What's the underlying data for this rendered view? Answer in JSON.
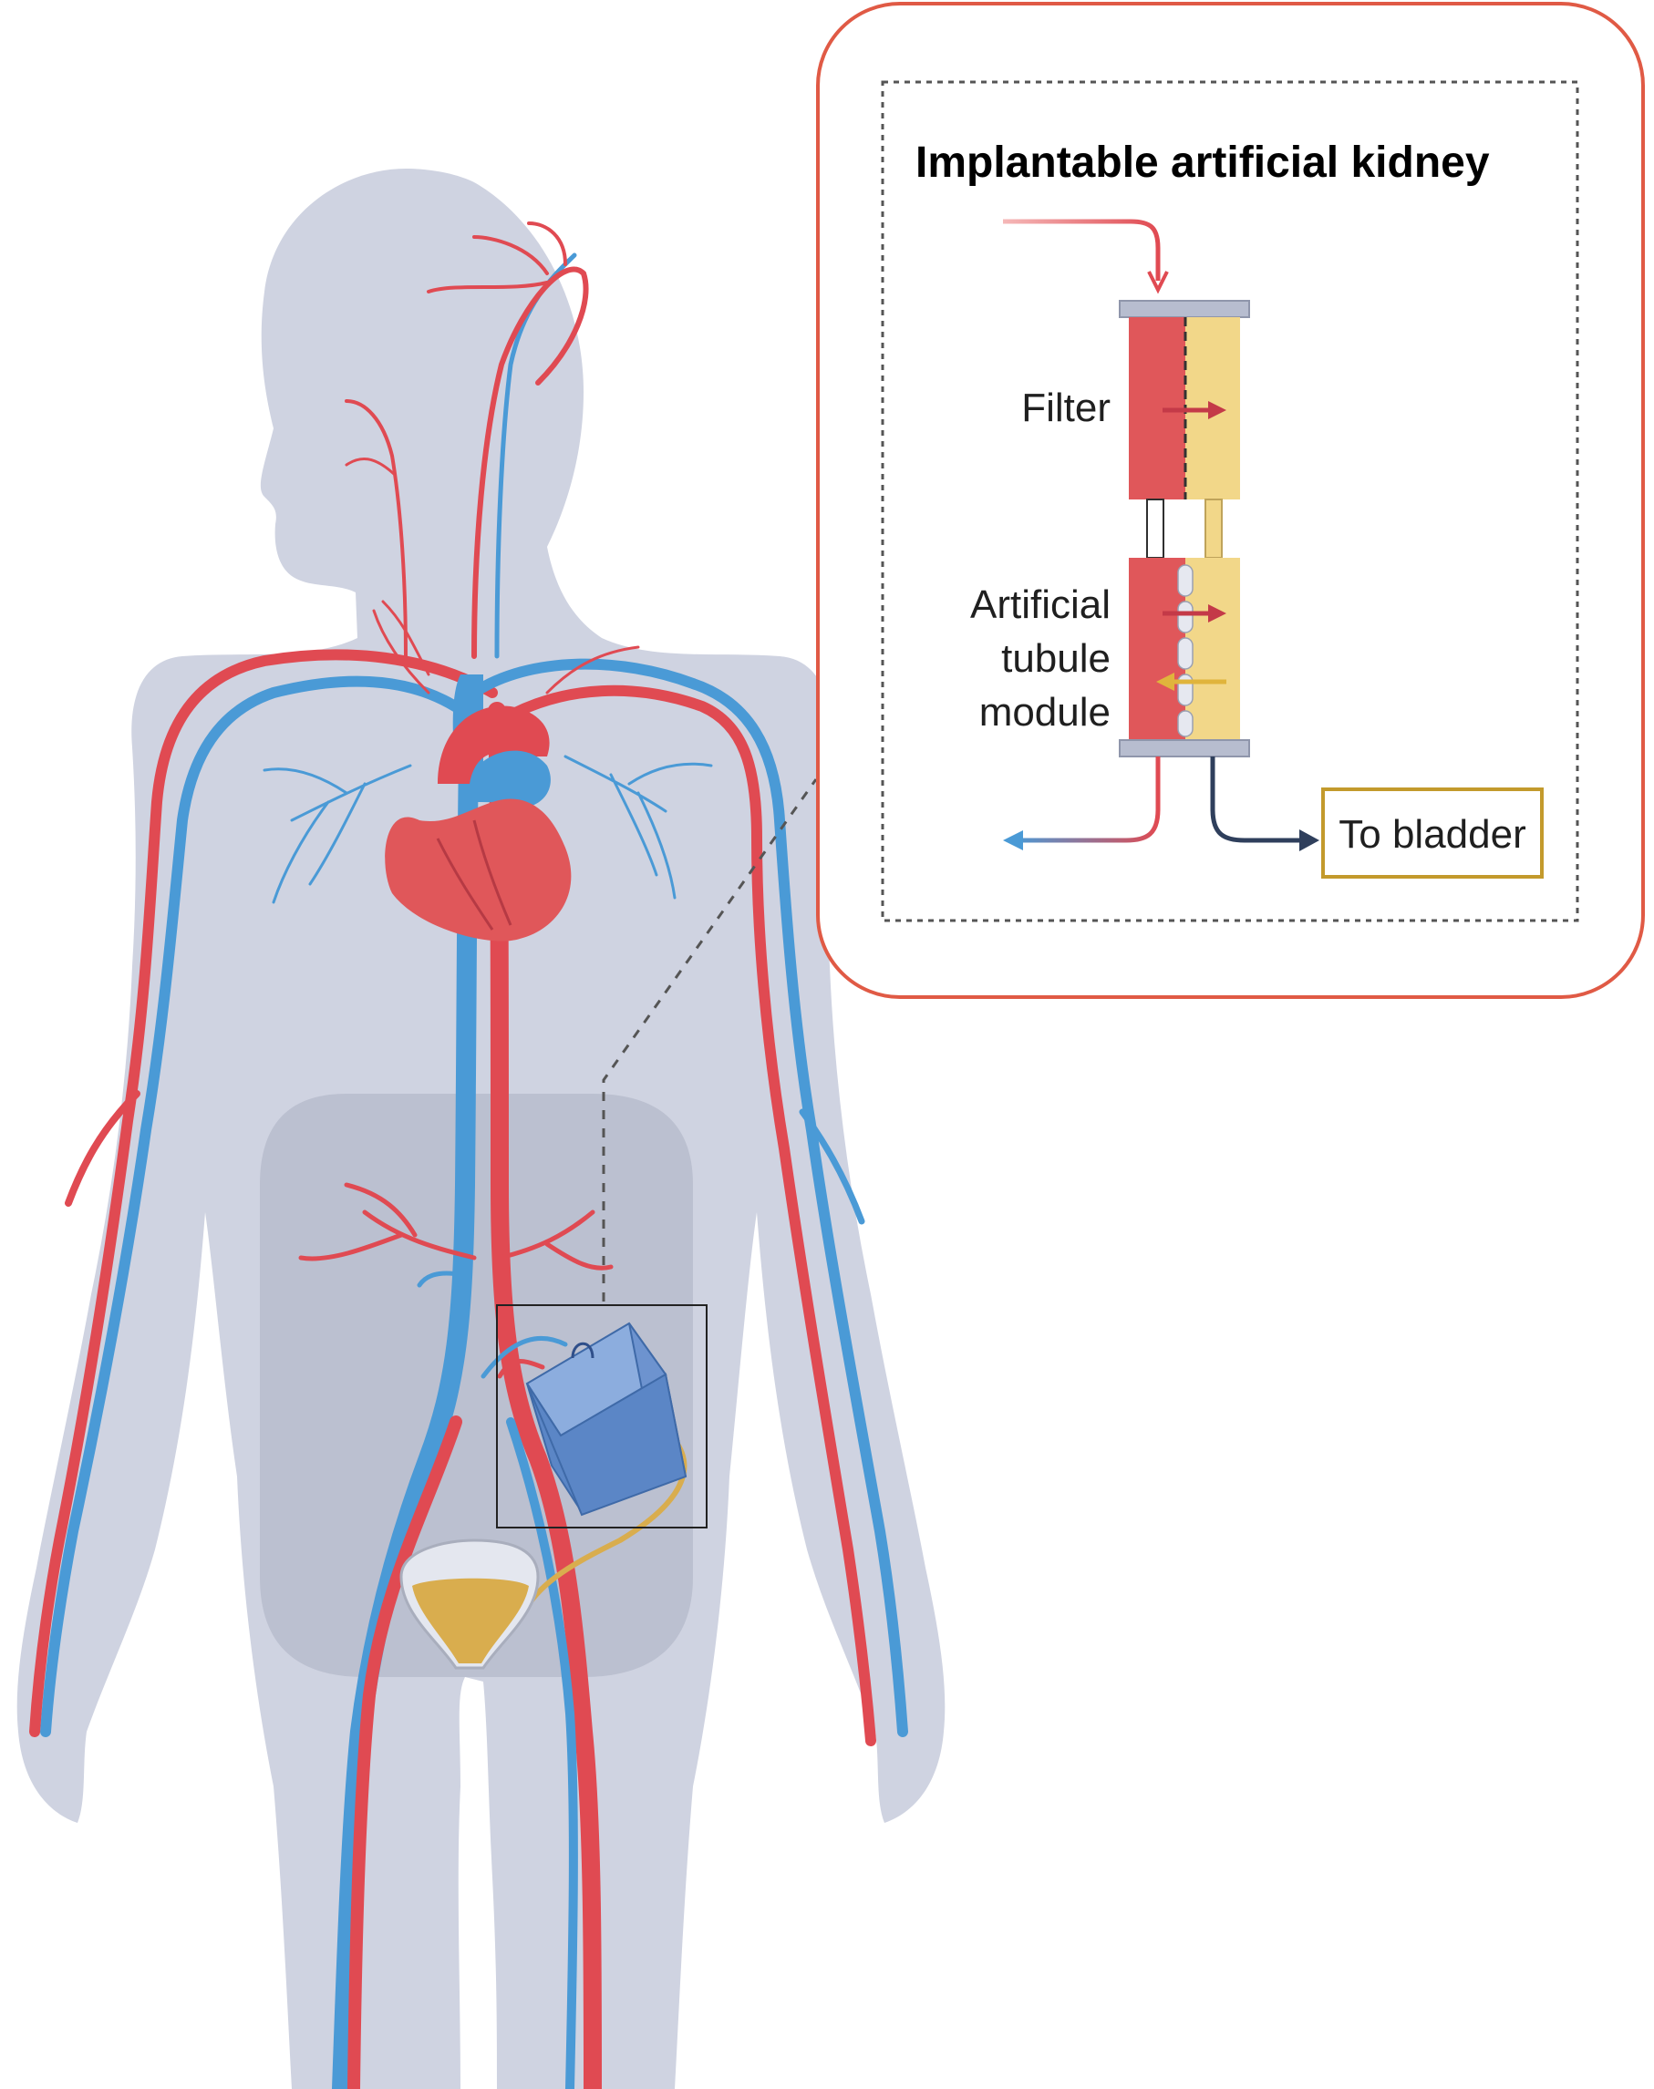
{
  "inset": {
    "title": "Implantable artificial kidney",
    "labels": {
      "filter": "Filter",
      "tubule_line1": "Artificial",
      "tubule_line2": "tubule",
      "tubule_line3": "module",
      "bladder": "To bladder"
    }
  },
  "colors": {
    "body": "#cfd3e1",
    "abdomen_panel": "#b7bccc",
    "artery": "#e04a52",
    "vein": "#4a9ad6",
    "heart": "#e0575a",
    "device": "#5b86c6",
    "urine": "#d9ad4e",
    "inset_border": "#e05a45",
    "filter_red": "#e0575a",
    "filter_yellow": "#f2d789",
    "bladder_box": "#c39a2c",
    "outflow_line": "#2f3f5c"
  }
}
